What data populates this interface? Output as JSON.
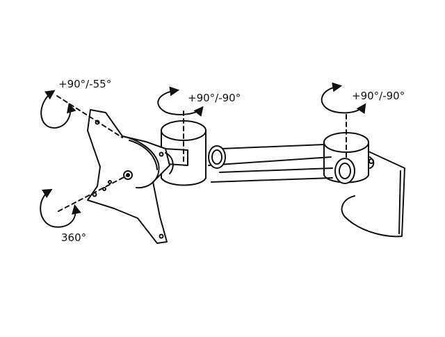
{
  "diagram": {
    "labels": {
      "tilt": "+90°/-55°",
      "swivel_head": "+90°/-90°",
      "swivel_base": "+90°/-90°",
      "rotation": "360°"
    },
    "colors": {
      "line": "#111111",
      "background": "#ffffff"
    },
    "icons": [
      "rotation-arrow-icon",
      "vesa-plate-icon",
      "wall-bracket-icon"
    ]
  }
}
